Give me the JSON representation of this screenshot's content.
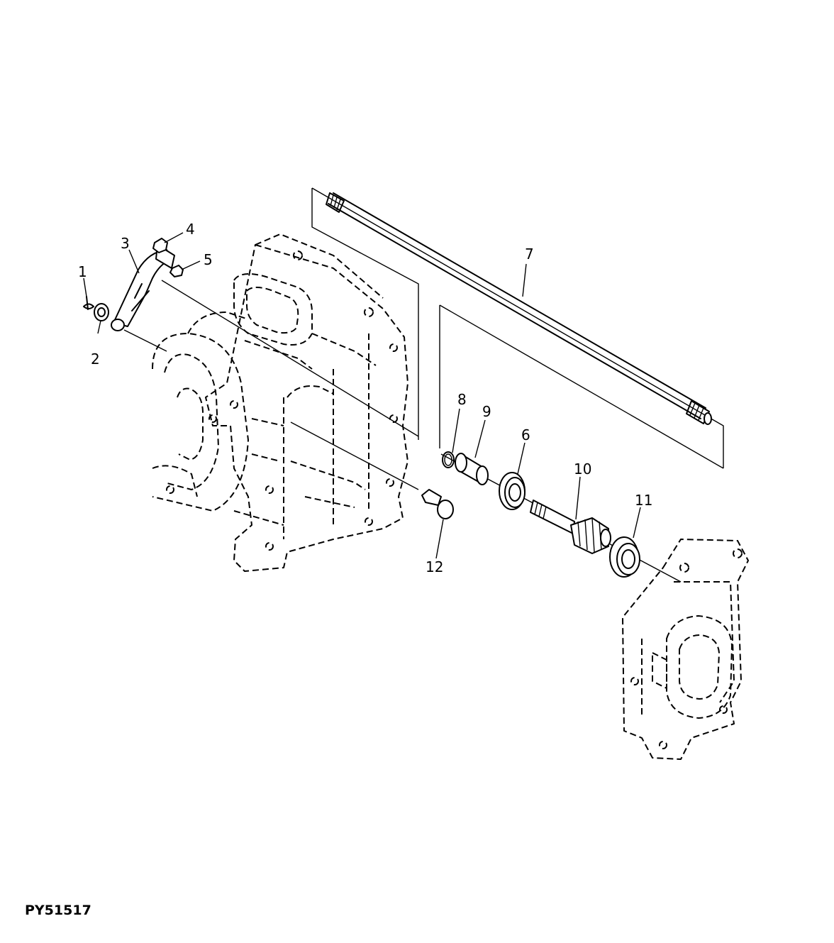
{
  "figure": {
    "id": "PY51517"
  },
  "callouts": [
    {
      "n": "1"
    },
    {
      "n": "2"
    },
    {
      "n": "3"
    },
    {
      "n": "4"
    },
    {
      "n": "5"
    },
    {
      "n": "6"
    },
    {
      "n": "7"
    },
    {
      "n": "8"
    },
    {
      "n": "9"
    },
    {
      "n": "10"
    },
    {
      "n": "11"
    },
    {
      "n": "12"
    }
  ]
}
